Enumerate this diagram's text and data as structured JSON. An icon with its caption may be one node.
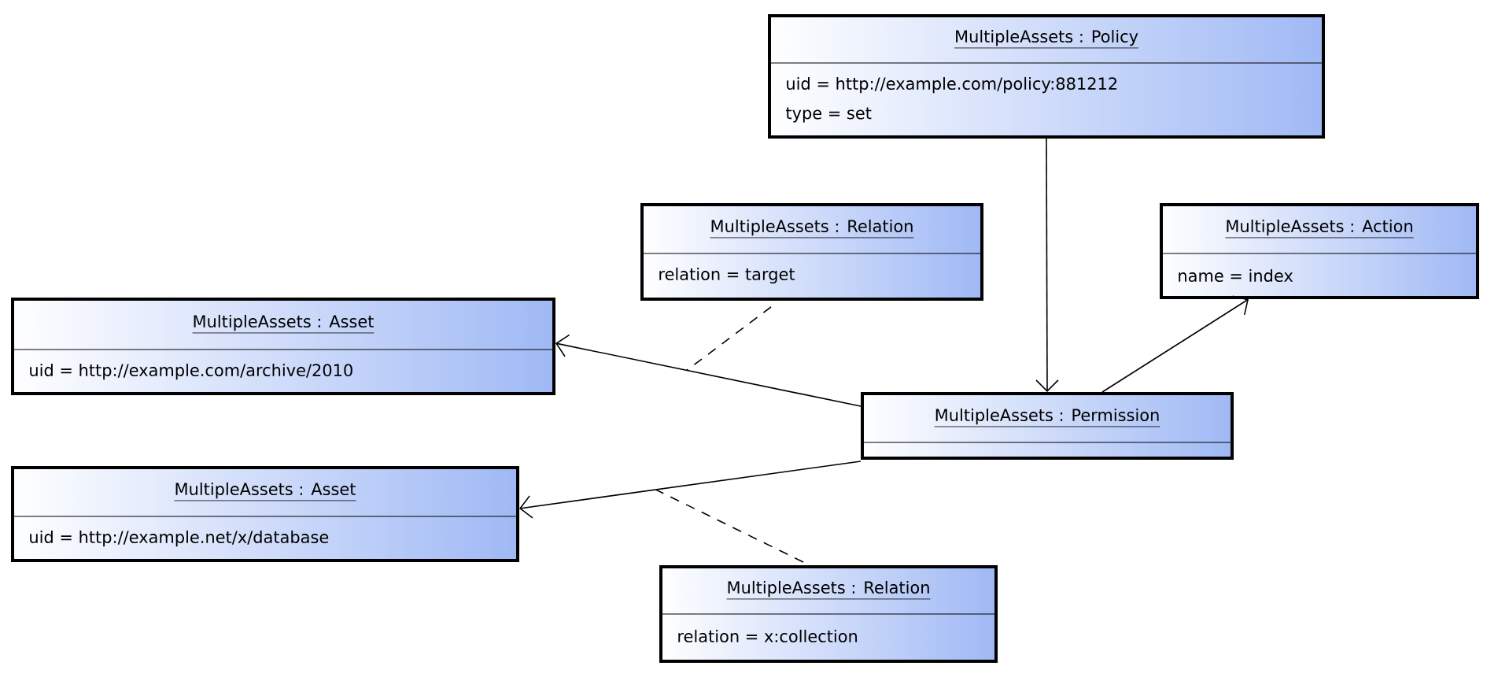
{
  "diagram": {
    "nodes": [
      {
        "text": [
          "MultipleAssets : Policy",
          "uid = http://example.com/policy:881212",
          "type = set"
        ]
      },
      {
        "text": [
          "MultipleAssets : Relation",
          "relation = target"
        ]
      },
      {
        "text": [
          "MultipleAssets : Action",
          "name = index"
        ]
      },
      {
        "text": [
          "MultipleAssets : Asset",
          "uid = http://example.com/archive/2010"
        ]
      },
      {
        "text": [
          "MultipleAssets : Permission"
        ]
      },
      {
        "text": [
          "MultipleAssets : Asset",
          "uid = http://example.net/x/database"
        ]
      },
      {
        "text": [
          "MultipleAssets : Relation",
          "relation = x:collection"
        ]
      }
    ],
    "edges": [
      {
        "from": 0,
        "to": 4,
        "arrow": "to"
      },
      {
        "from": 4,
        "to": 2,
        "arrow": "to"
      },
      {
        "from": 4,
        "to": 3,
        "arrow": "to"
      },
      {
        "from": 4,
        "to": 5,
        "arrow": "to"
      },
      {
        "from": 1,
        "to": null,
        "arrow": "none",
        "style": "dashed"
      },
      {
        "from": 6,
        "to": null,
        "arrow": "none",
        "style": "dashed"
      }
    ]
  }
}
